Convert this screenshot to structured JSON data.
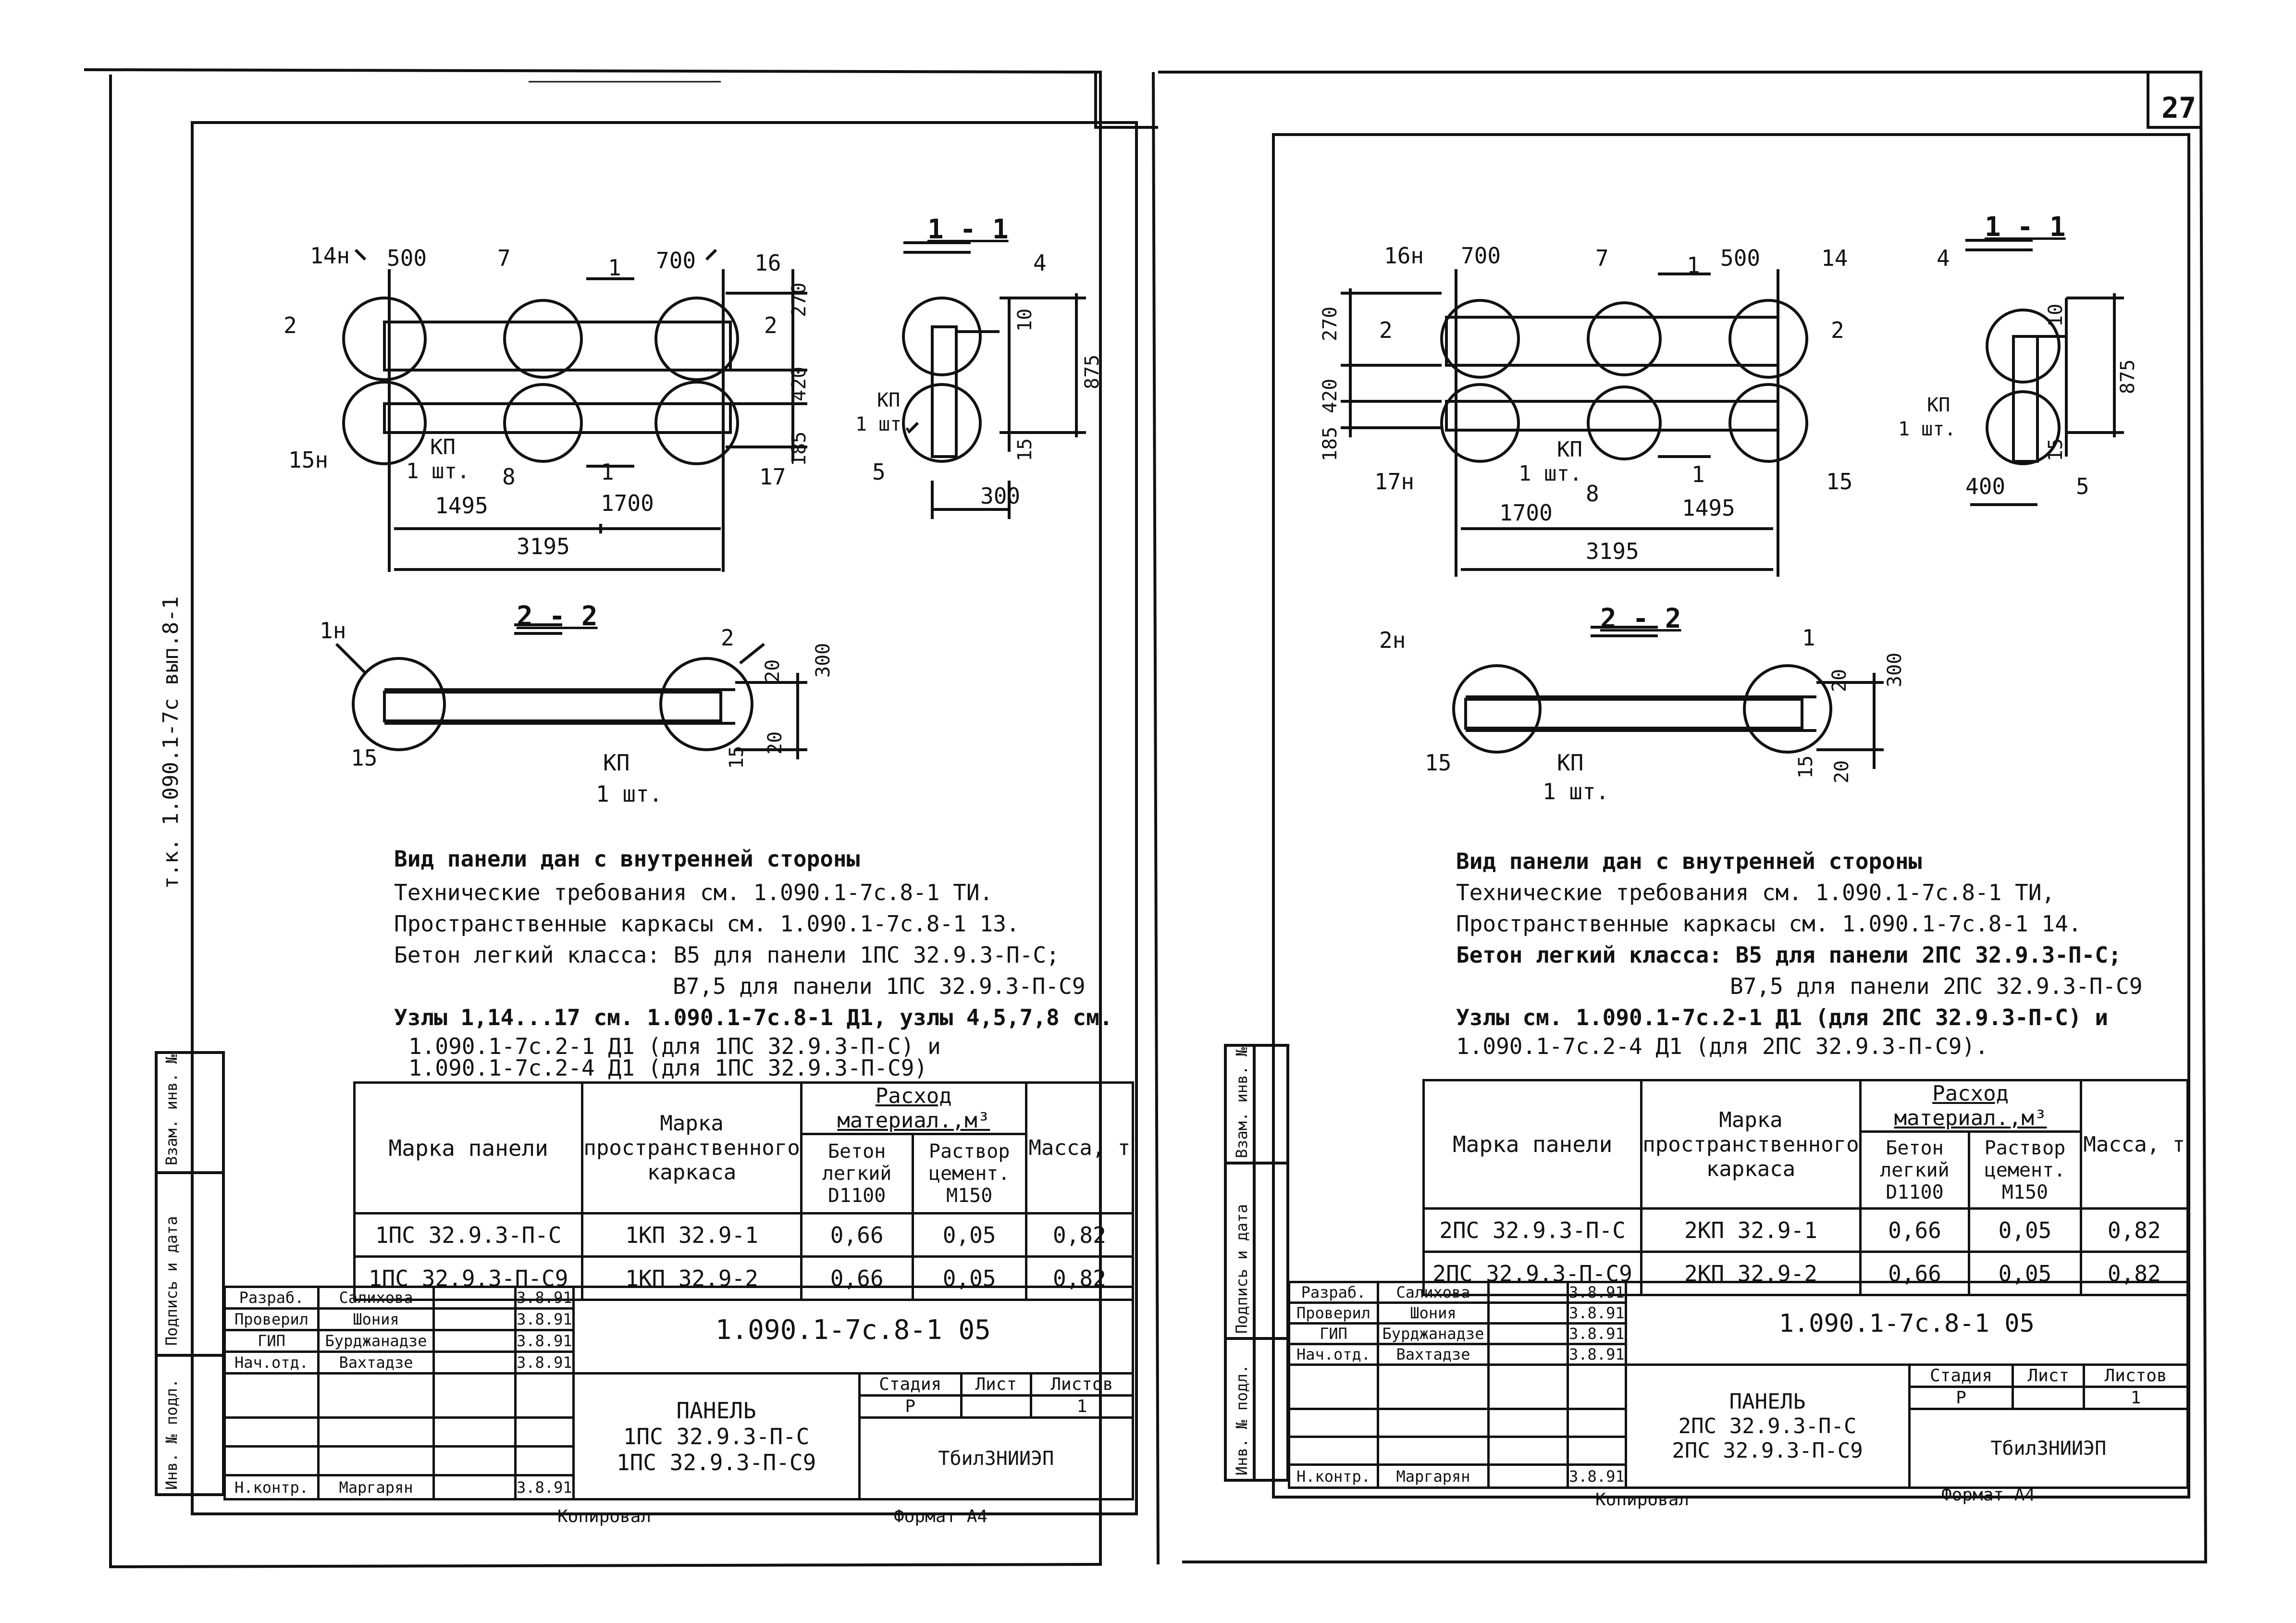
{
  "page_number": "27",
  "left_vertical_caption": "т.к. 1.090.1-7с вып.8-1",
  "left": {
    "section_1_1": "1 - 1",
    "section_2_2": "2 - 2",
    "plan_labels": [
      "14н",
      "500",
      "7",
      "1",
      "700",
      "16",
      "2",
      "2",
      "270",
      "420",
      "185",
      "15н",
      "КП",
      "1 шт.",
      "8",
      "1",
      "17",
      "1495",
      "1700",
      "3195"
    ],
    "sec11_labels": [
      "4",
      "10",
      "875",
      "КП",
      "1 шт.",
      "15",
      "5",
      "300"
    ],
    "sec22_labels": [
      "1н",
      "2",
      "20",
      "300",
      "15",
      "КП",
      "1 шт.",
      "15",
      "20"
    ],
    "notes": [
      "Вид панели дан с внутренней стороны",
      "Технические требования см. 1.090.1-7с.8-1 ТИ.",
      "Пространственные каркасы см. 1.090.1-7с.8-1 13.",
      "Бетон легкий класса: В5 для панели 1ПС 32.9.3-П-С;",
      "В7,5 для панели 1ПС 32.9.3-П-С9",
      "Узлы 1,14...17 см. 1.090.1-7с.8-1 Д1, узлы 4,5,7,8 см.",
      "1.090.1-7с.2-1 Д1 (для 1ПС 32.9.3-П-С) и",
      "1.090.1-7с.2-4 Д1 (для 1ПС 32.9.3-П-С9)"
    ],
    "table": {
      "h_mark": "Марка панели",
      "h_frame": "Марка пространственного каркаса",
      "h_consumption": "Расход материал.,м³",
      "h_concrete": "Бетон легкий D1100",
      "h_mortar": "Раствор цемент. М150",
      "h_mass": "Масса, т",
      "rows": [
        [
          "1ПС 32.9.3-П-С",
          "1КП 32.9-1",
          "0,66",
          "0,05",
          "0,82"
        ],
        [
          "1ПС 32.9.3-П-С9",
          "1КП 32.9-2",
          "0,66",
          "0,05",
          "0,82"
        ]
      ]
    },
    "stamp": {
      "roles": [
        "Разраб.",
        "Проверил",
        "ГИП",
        "Нач.отд.",
        "",
        "",
        "Н.контр."
      ],
      "names": [
        "Салихова",
        "Шония",
        "Бурджанадзе",
        "Вахтадзе",
        "",
        "",
        "Маргарян"
      ],
      "dates": [
        "3.8.91",
        "3.8.91",
        "3.8.91",
        "3.8.91",
        "",
        "",
        "3.8.91"
      ],
      "doc_code": "1.090.1-7с.8-1 05",
      "title": "ПАНЕЛЬ",
      "subtitle1": "1ПС 32.9.3-П-С",
      "subtitle2": "1ПС 32.9.3-П-С9",
      "stage_h": "Стадия",
      "sheet_h": "Лист",
      "sheets_h": "Листов",
      "stage": "Р",
      "sheets": "1",
      "org": "ТбилЗНИИЭП"
    },
    "side_labels": [
      "Взам. инв. №",
      "Подпись и дата",
      "Инв. № подл."
    ],
    "footer_copy": "Копировал",
    "footer_format": "Формат А4"
  },
  "right": {
    "section_1_1": "1 - 1",
    "section_2_2": "2 - 2",
    "plan_labels": [
      "16н",
      "700",
      "7",
      "1",
      "500",
      "14",
      "2",
      "2",
      "270",
      "420",
      "185",
      "17н",
      "КП",
      "1 шт.",
      "8",
      "1",
      "15",
      "1700",
      "1495",
      "3195"
    ],
    "sec11_labels": [
      "4",
      "10",
      "875",
      "КП",
      "1 шт.",
      "15",
      "400",
      "5"
    ],
    "sec22_labels": [
      "2н",
      "1",
      "20",
      "300",
      "15",
      "КП",
      "1 шт.",
      "15",
      "20"
    ],
    "notes": [
      "Вид панели дан с внутренней стороны",
      "Технические требования см. 1.090.1-7с.8-1 ТИ,",
      "Пространственные каркасы см. 1.090.1-7с.8-1 14.",
      "Бетон легкий класса: В5 для панели 2ПС 32.9.3-П-С;",
      "В7,5 для панели 2ПС 32.9.3-П-С9",
      "Узлы см. 1.090.1-7с.2-1 Д1 (для 2ПС 32.9.3-П-С) и",
      "1.090.1-7с.2-4 Д1 (для 2ПС 32.9.3-П-С9)."
    ],
    "table": {
      "h_mark": "Марка панели",
      "h_frame": "Марка пространственного каркаса",
      "h_consumption": "Расход материал.,м³",
      "h_concrete": "Бетон легкий D1100",
      "h_mortar": "Раствор цемент. М150",
      "h_mass": "Масса, т",
      "rows": [
        [
          "2ПС 32.9.3-П-С",
          "2КП 32.9-1",
          "0,66",
          "0,05",
          "0,82"
        ],
        [
          "2ПС 32.9.3-П-С9",
          "2КП 32.9-2",
          "0,66",
          "0,05",
          "0,82"
        ]
      ]
    },
    "stamp": {
      "roles": [
        "Разраб.",
        "Проверил",
        "ГИП",
        "Нач.отд.",
        "",
        "",
        "Н.контр."
      ],
      "names": [
        "Салихова",
        "Шония",
        "Бурджанадзе",
        "Вахтадзе",
        "",
        "",
        "Маргарян"
      ],
      "dates": [
        "3.8.91",
        "3.8.91",
        "3.8.91",
        "3.8.91",
        "",
        "",
        "3.8.91"
      ],
      "doc_code": "1.090.1-7с.8-1 05",
      "title": "ПАНЕЛЬ",
      "subtitle1": "2ПС 32.9.3-П-С",
      "subtitle2": "2ПС 32.9.3-П-С9",
      "stage_h": "Стадия",
      "sheet_h": "Лист",
      "sheets_h": "Листов",
      "stage": "Р",
      "sheets": "1",
      "org": "ТбилЗНИИЭП"
    },
    "side_labels": [
      "Взам. инв. №",
      "Подпись и дата",
      "Инв. № подл."
    ],
    "footer_copy": "Копировал",
    "footer_format": "Формат А4"
  }
}
